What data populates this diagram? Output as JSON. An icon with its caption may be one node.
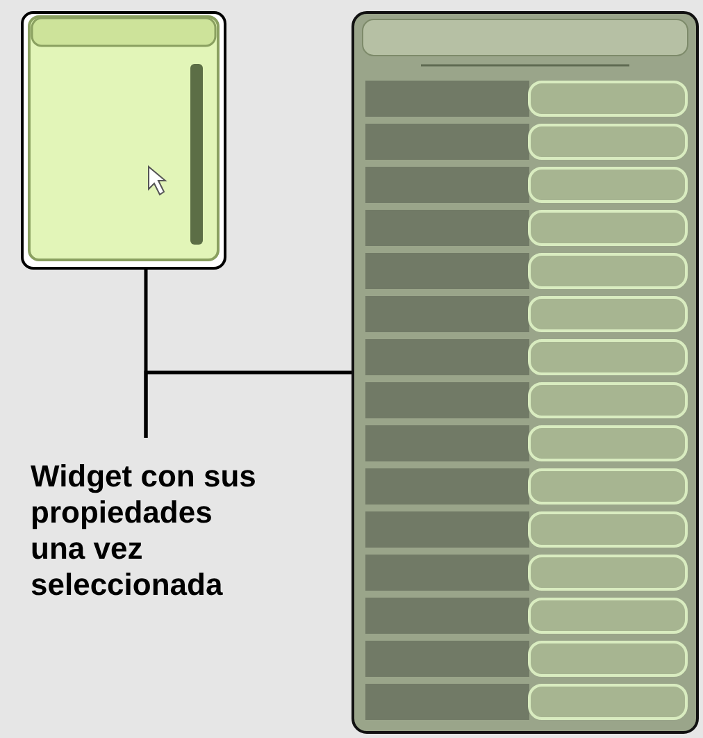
{
  "diagram": {
    "nodes": [
      {
        "text": [],
        "shape": "picture"
      },
      {
        "text": [],
        "shape": "picture"
      },
      {
        "text": [
          "Widget con sus propiedades una vez seleccionada"
        ]
      }
    ],
    "edges": [
      {
        "from": 2,
        "to": 0,
        "arrow": "none"
      },
      {
        "from": 2,
        "to": 1,
        "arrow": "none"
      }
    ]
  }
}
